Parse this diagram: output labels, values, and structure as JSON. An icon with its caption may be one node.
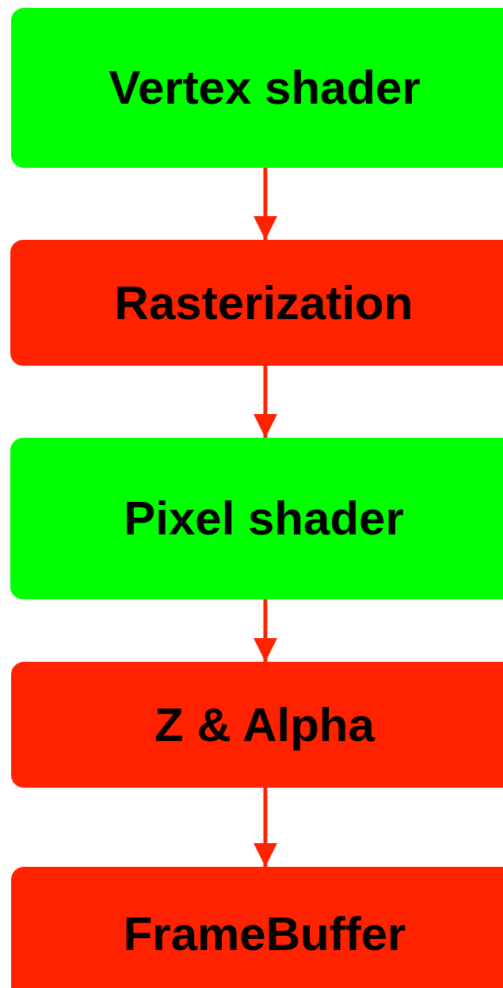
{
  "diagram": {
    "nodes": [
      {
        "text": [
          "Vertex shader"
        ]
      },
      {
        "text": [
          "Rasterization"
        ]
      },
      {
        "text": [
          "Pixel shader"
        ]
      },
      {
        "text": [
          "Z & Alpha"
        ]
      },
      {
        "text": [
          "FrameBuffer"
        ]
      }
    ],
    "edges": [
      {
        "from": 0,
        "to": 1,
        "arrow": "to"
      },
      {
        "from": 1,
        "to": 2,
        "arrow": "to"
      },
      {
        "from": 2,
        "to": 3,
        "arrow": "to"
      },
      {
        "from": 3,
        "to": 4,
        "arrow": "to"
      }
    ]
  }
}
